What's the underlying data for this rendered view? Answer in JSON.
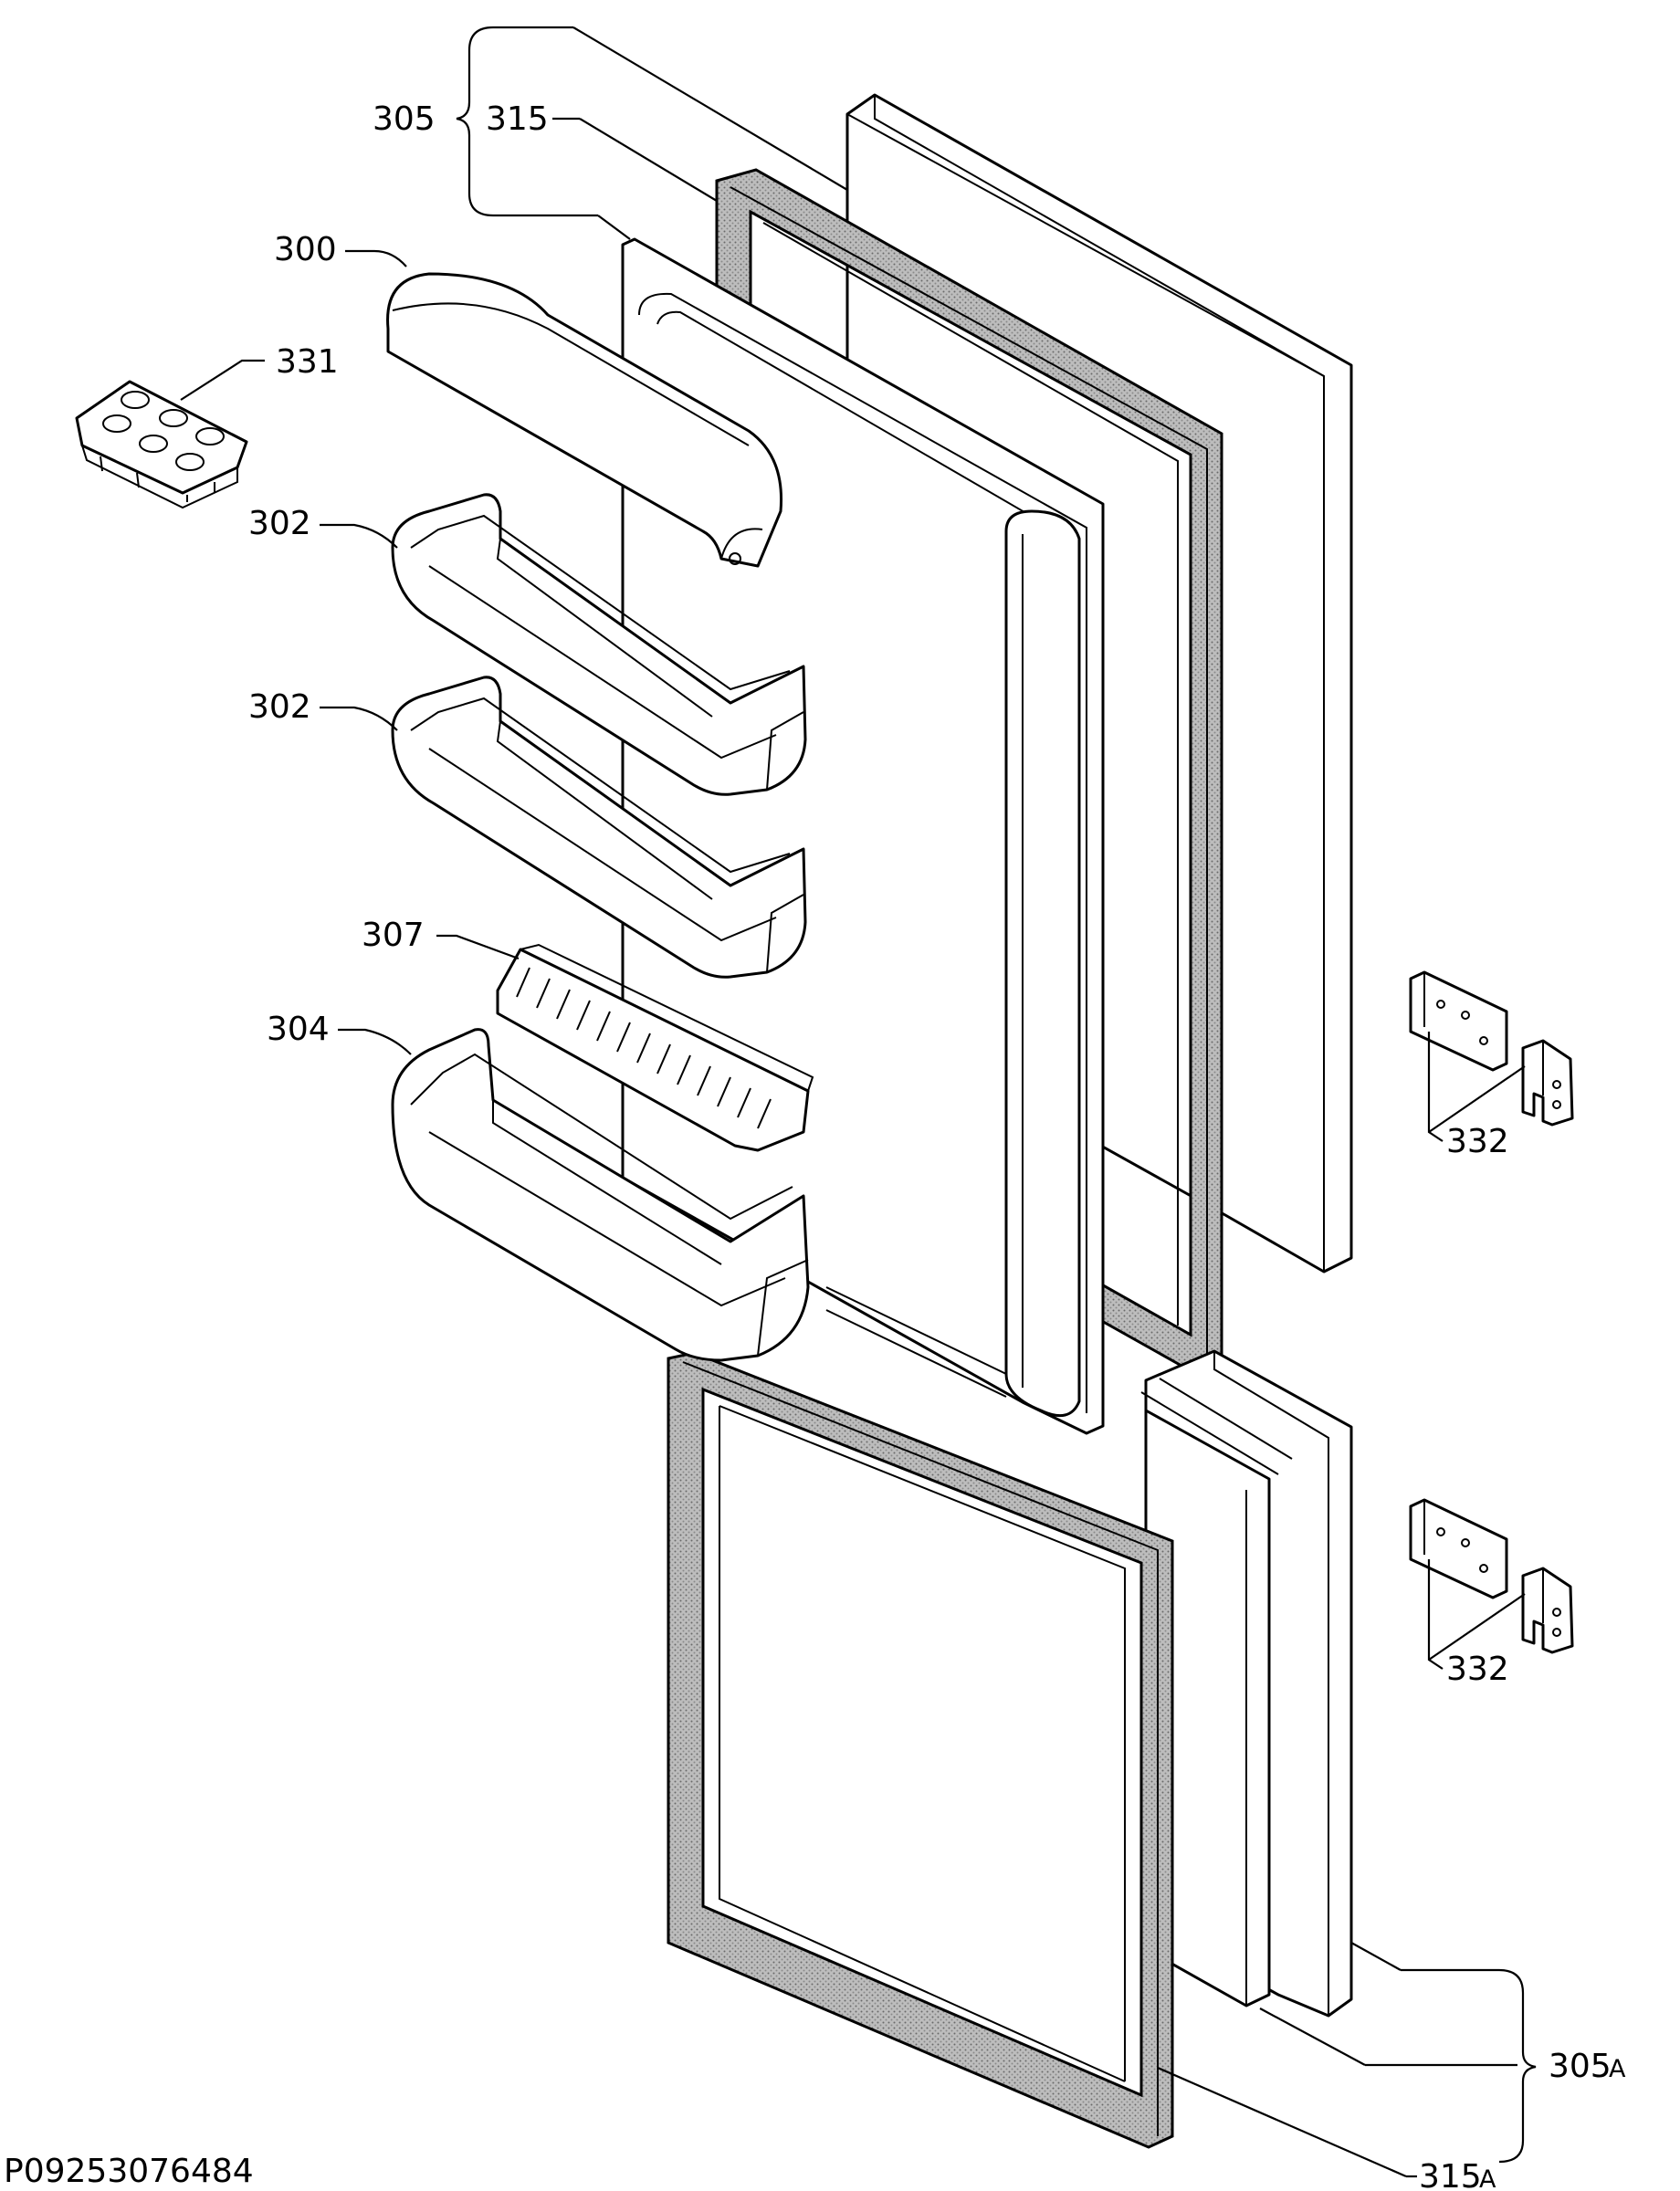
{
  "diagram": {
    "drawing_number": "P09253076484",
    "callouts": {
      "door_upper": "305",
      "gasket_upper": "315",
      "dairy_cover": "300",
      "egg_tray": "331",
      "door_shelf_1": "302",
      "door_shelf_2": "302",
      "bottle_retainer": "307",
      "bottle_shelf": "304",
      "hinge_upper": "332",
      "hinge_lower": "332",
      "door_lower": "305",
      "door_lower_suffix": "A",
      "gasket_lower": "315",
      "gasket_lower_suffix": "A"
    }
  }
}
